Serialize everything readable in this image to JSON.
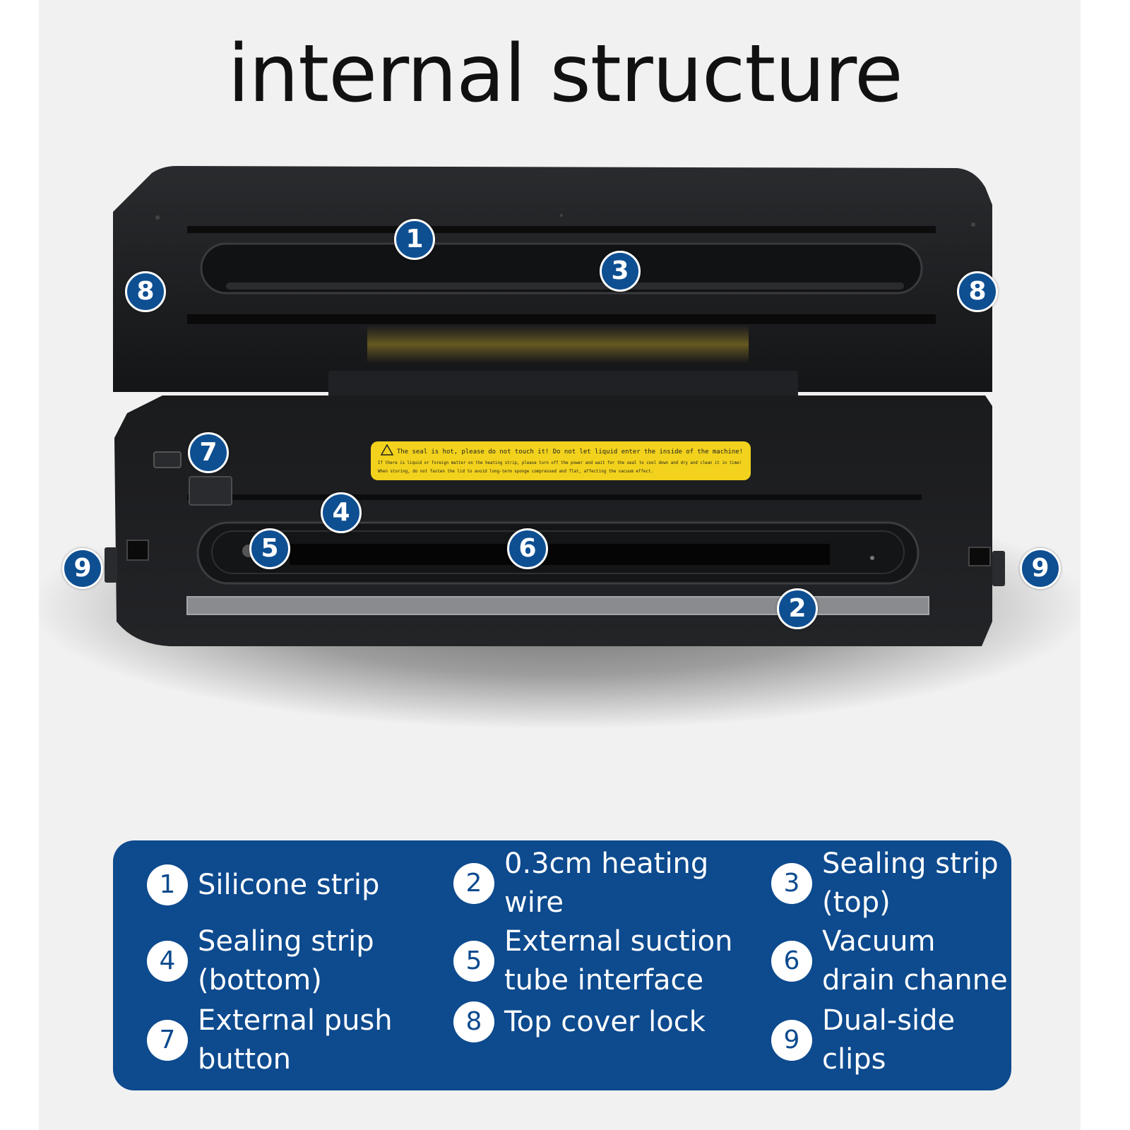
{
  "title": "internal structure",
  "colors": {
    "accent": "#0d4a8e",
    "device": "#1b1c1e",
    "warning": "#f2d21c"
  },
  "warning_label": {
    "icon": "warning-triangle-icon",
    "line1": "The seal is hot, please do not touch it! Do not let liquid enter the inside of the machine!",
    "line2": "If there is liquid or foreign matter on the heating strip, please turn off the power and wait for the seal to cool down and dry and clean it in time!",
    "line3": "When storing, do not fasten the lid to avoid long-term sponge compressed and flat, affecting the vacuum effect."
  },
  "callouts": [
    "1",
    "3",
    "8",
    "8",
    "7",
    "4",
    "5",
    "6",
    "9",
    "9",
    "2"
  ],
  "legend": [
    {
      "num": "1",
      "text": "Silicone strip"
    },
    {
      "num": "2",
      "text": "0.3cm heating\nwire"
    },
    {
      "num": "3",
      "text": "Sealing strip\n(top)"
    },
    {
      "num": "4",
      "text": "Sealing strip\n(bottom)"
    },
    {
      "num": "5",
      "text": "External suction\ntube interface"
    },
    {
      "num": "6",
      "text": "Vacuum\ndrain channe"
    },
    {
      "num": "7",
      "text": "External push\nbutton"
    },
    {
      "num": "8",
      "text": "Top cover lock"
    },
    {
      "num": "9",
      "text": "Dual-side\nclips"
    }
  ]
}
